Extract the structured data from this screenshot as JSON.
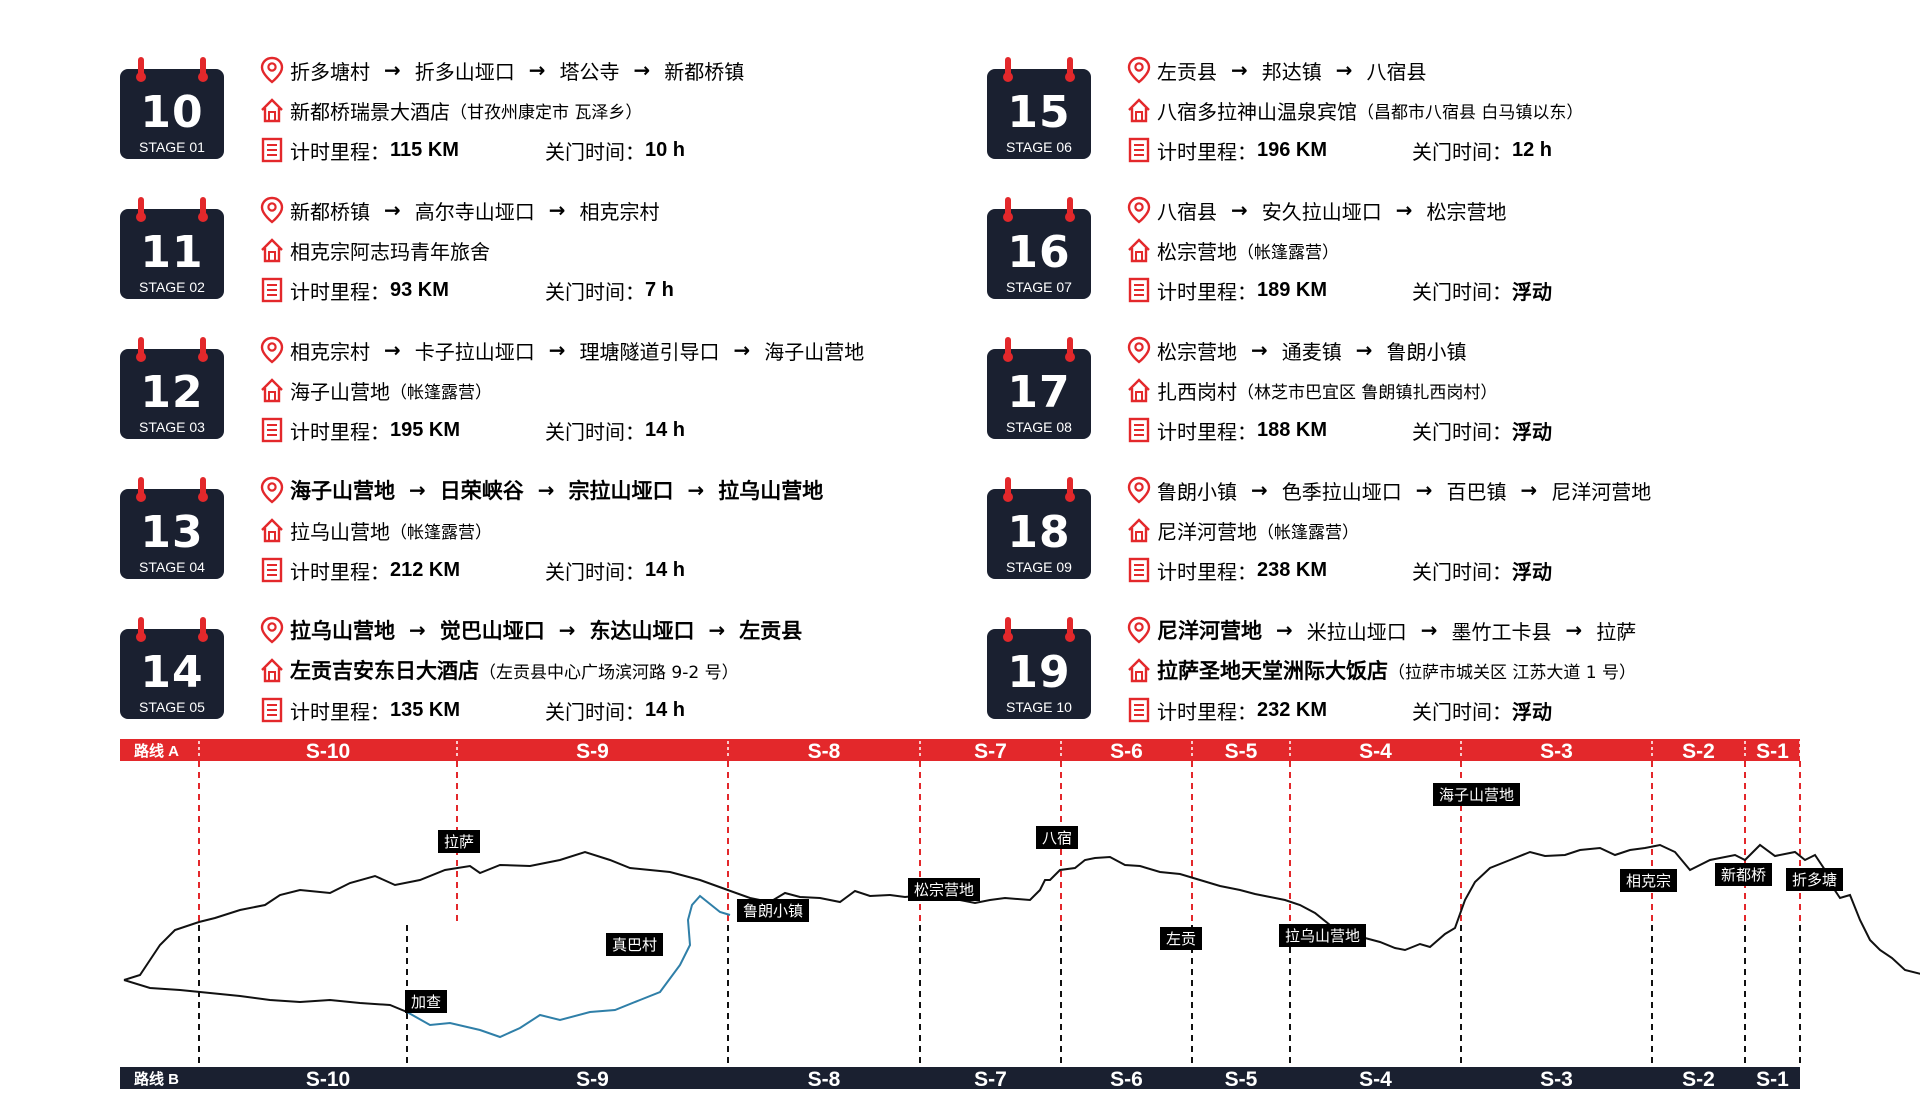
{
  "labels": {
    "distance": "计时里程：",
    "cutoff": "关门时间："
  },
  "stages": [
    {
      "day": "10",
      "stage": "STAGE 01",
      "route": [
        "折多塘村",
        "折多山垭口",
        "塔公寺",
        "新都桥镇"
      ],
      "route_bold": false,
      "hotel": "新都桥瑞景大酒店",
      "hotel_bold": false,
      "address": "（甘孜州康定市 瓦泽乡）",
      "distance": "115 KM",
      "cutoff": "10 h"
    },
    {
      "day": "11",
      "stage": "STAGE 02",
      "route": [
        "新都桥镇",
        "高尔寺山垭口",
        "相克宗村"
      ],
      "route_bold": false,
      "hotel": "相克宗阿志玛青年旅舍",
      "hotel_bold": false,
      "address": "",
      "distance": "93 KM",
      "cutoff": "7 h"
    },
    {
      "day": "12",
      "stage": "STAGE 03",
      "route": [
        "相克宗村",
        "卡子拉山垭口",
        "理塘隧道引导口",
        "海子山营地"
      ],
      "route_bold": false,
      "hotel": "海子山营地",
      "hotel_bold": false,
      "address": "（帐篷露营）",
      "distance": "195 KM",
      "cutoff": "14 h"
    },
    {
      "day": "13",
      "stage": "STAGE 04",
      "route": [
        "海子山营地",
        "日荣峡谷",
        "宗拉山垭口",
        "拉乌山营地"
      ],
      "route_bold": true,
      "hotel": "拉乌山营地",
      "hotel_bold": false,
      "address": "（帐篷露营）",
      "distance": "212 KM",
      "cutoff": "14 h"
    },
    {
      "day": "14",
      "stage": "STAGE 05",
      "route": [
        "拉乌山营地",
        "觉巴山垭口",
        "东达山垭口",
        "左贡县"
      ],
      "route_bold": true,
      "hotel": "左贡吉安东日大酒店",
      "hotel_bold": true,
      "address": "（左贡县中心广场滨河路 9-2 号）",
      "distance": "135 KM",
      "cutoff": "14 h"
    },
    {
      "day": "15",
      "stage": "STAGE 06",
      "route": [
        "左贡县",
        "邦达镇",
        "八宿县"
      ],
      "route_bold": false,
      "hotel": "八宿多拉神山温泉宾馆",
      "hotel_bold": false,
      "address": "（昌都市八宿县 白马镇以东）",
      "distance": "196 KM",
      "cutoff": "12 h"
    },
    {
      "day": "16",
      "stage": "STAGE 07",
      "route": [
        "八宿县",
        "安久拉山垭口",
        "松宗营地"
      ],
      "route_bold": false,
      "hotel": "松宗营地",
      "hotel_bold": false,
      "address": "（帐篷露营）",
      "distance": "189 KM",
      "cutoff": "浮动"
    },
    {
      "day": "17",
      "stage": "STAGE 08",
      "route": [
        "松宗营地",
        "通麦镇",
        "鲁朗小镇"
      ],
      "route_bold": false,
      "hotel": "扎西岗村",
      "hotel_bold": false,
      "address": "（林芝市巴宜区 鲁朗镇扎西岗村）",
      "distance": "188 KM",
      "cutoff": "浮动"
    },
    {
      "day": "18",
      "stage": "STAGE 09",
      "route": [
        "鲁朗小镇",
        "色季拉山垭口",
        "百巴镇",
        "尼洋河营地"
      ],
      "route_bold": false,
      "hotel": "尼洋河营地",
      "hotel_bold": false,
      "address": "（帐篷露营）",
      "distance": "238 KM",
      "cutoff": "浮动"
    },
    {
      "day": "19",
      "stage": "STAGE 10",
      "route": [
        "尼洋河营地",
        "米拉山垭口",
        "墨竹工卡县",
        "拉萨"
      ],
      "route_bold": false,
      "route_first_bold": true,
      "hotel": "拉萨圣地天堂洲际大饭店",
      "hotel_bold": true,
      "address": "（拉萨市城关区 江苏大道 1 号）",
      "distance": "232 KM",
      "cutoff": "浮动"
    }
  ],
  "profile": {
    "route_a_label": "路线 A",
    "route_b_label": "路线 B",
    "route_a_segments": [
      "S-10",
      "S-9",
      "S-8",
      "S-7",
      "S-6",
      "S-5",
      "S-4",
      "S-3",
      "S-2",
      "S-1"
    ],
    "route_b_segments": [
      "S-10",
      "S-9",
      "S-8",
      "S-7",
      "S-6",
      "S-5",
      "S-4",
      "S-3",
      "S-2",
      "S-1"
    ],
    "places": [
      "拉萨",
      "真巴村",
      "加查",
      "鲁朗小镇",
      "松宗营地",
      "八宿",
      "左贡",
      "拉乌山营地",
      "海子山营地",
      "相克宗",
      "新都桥",
      "折多塘"
    ],
    "colors": {
      "route_a": "#e3282b",
      "route_b": "#1a2030",
      "alt_route": "#2f7fa8"
    }
  }
}
